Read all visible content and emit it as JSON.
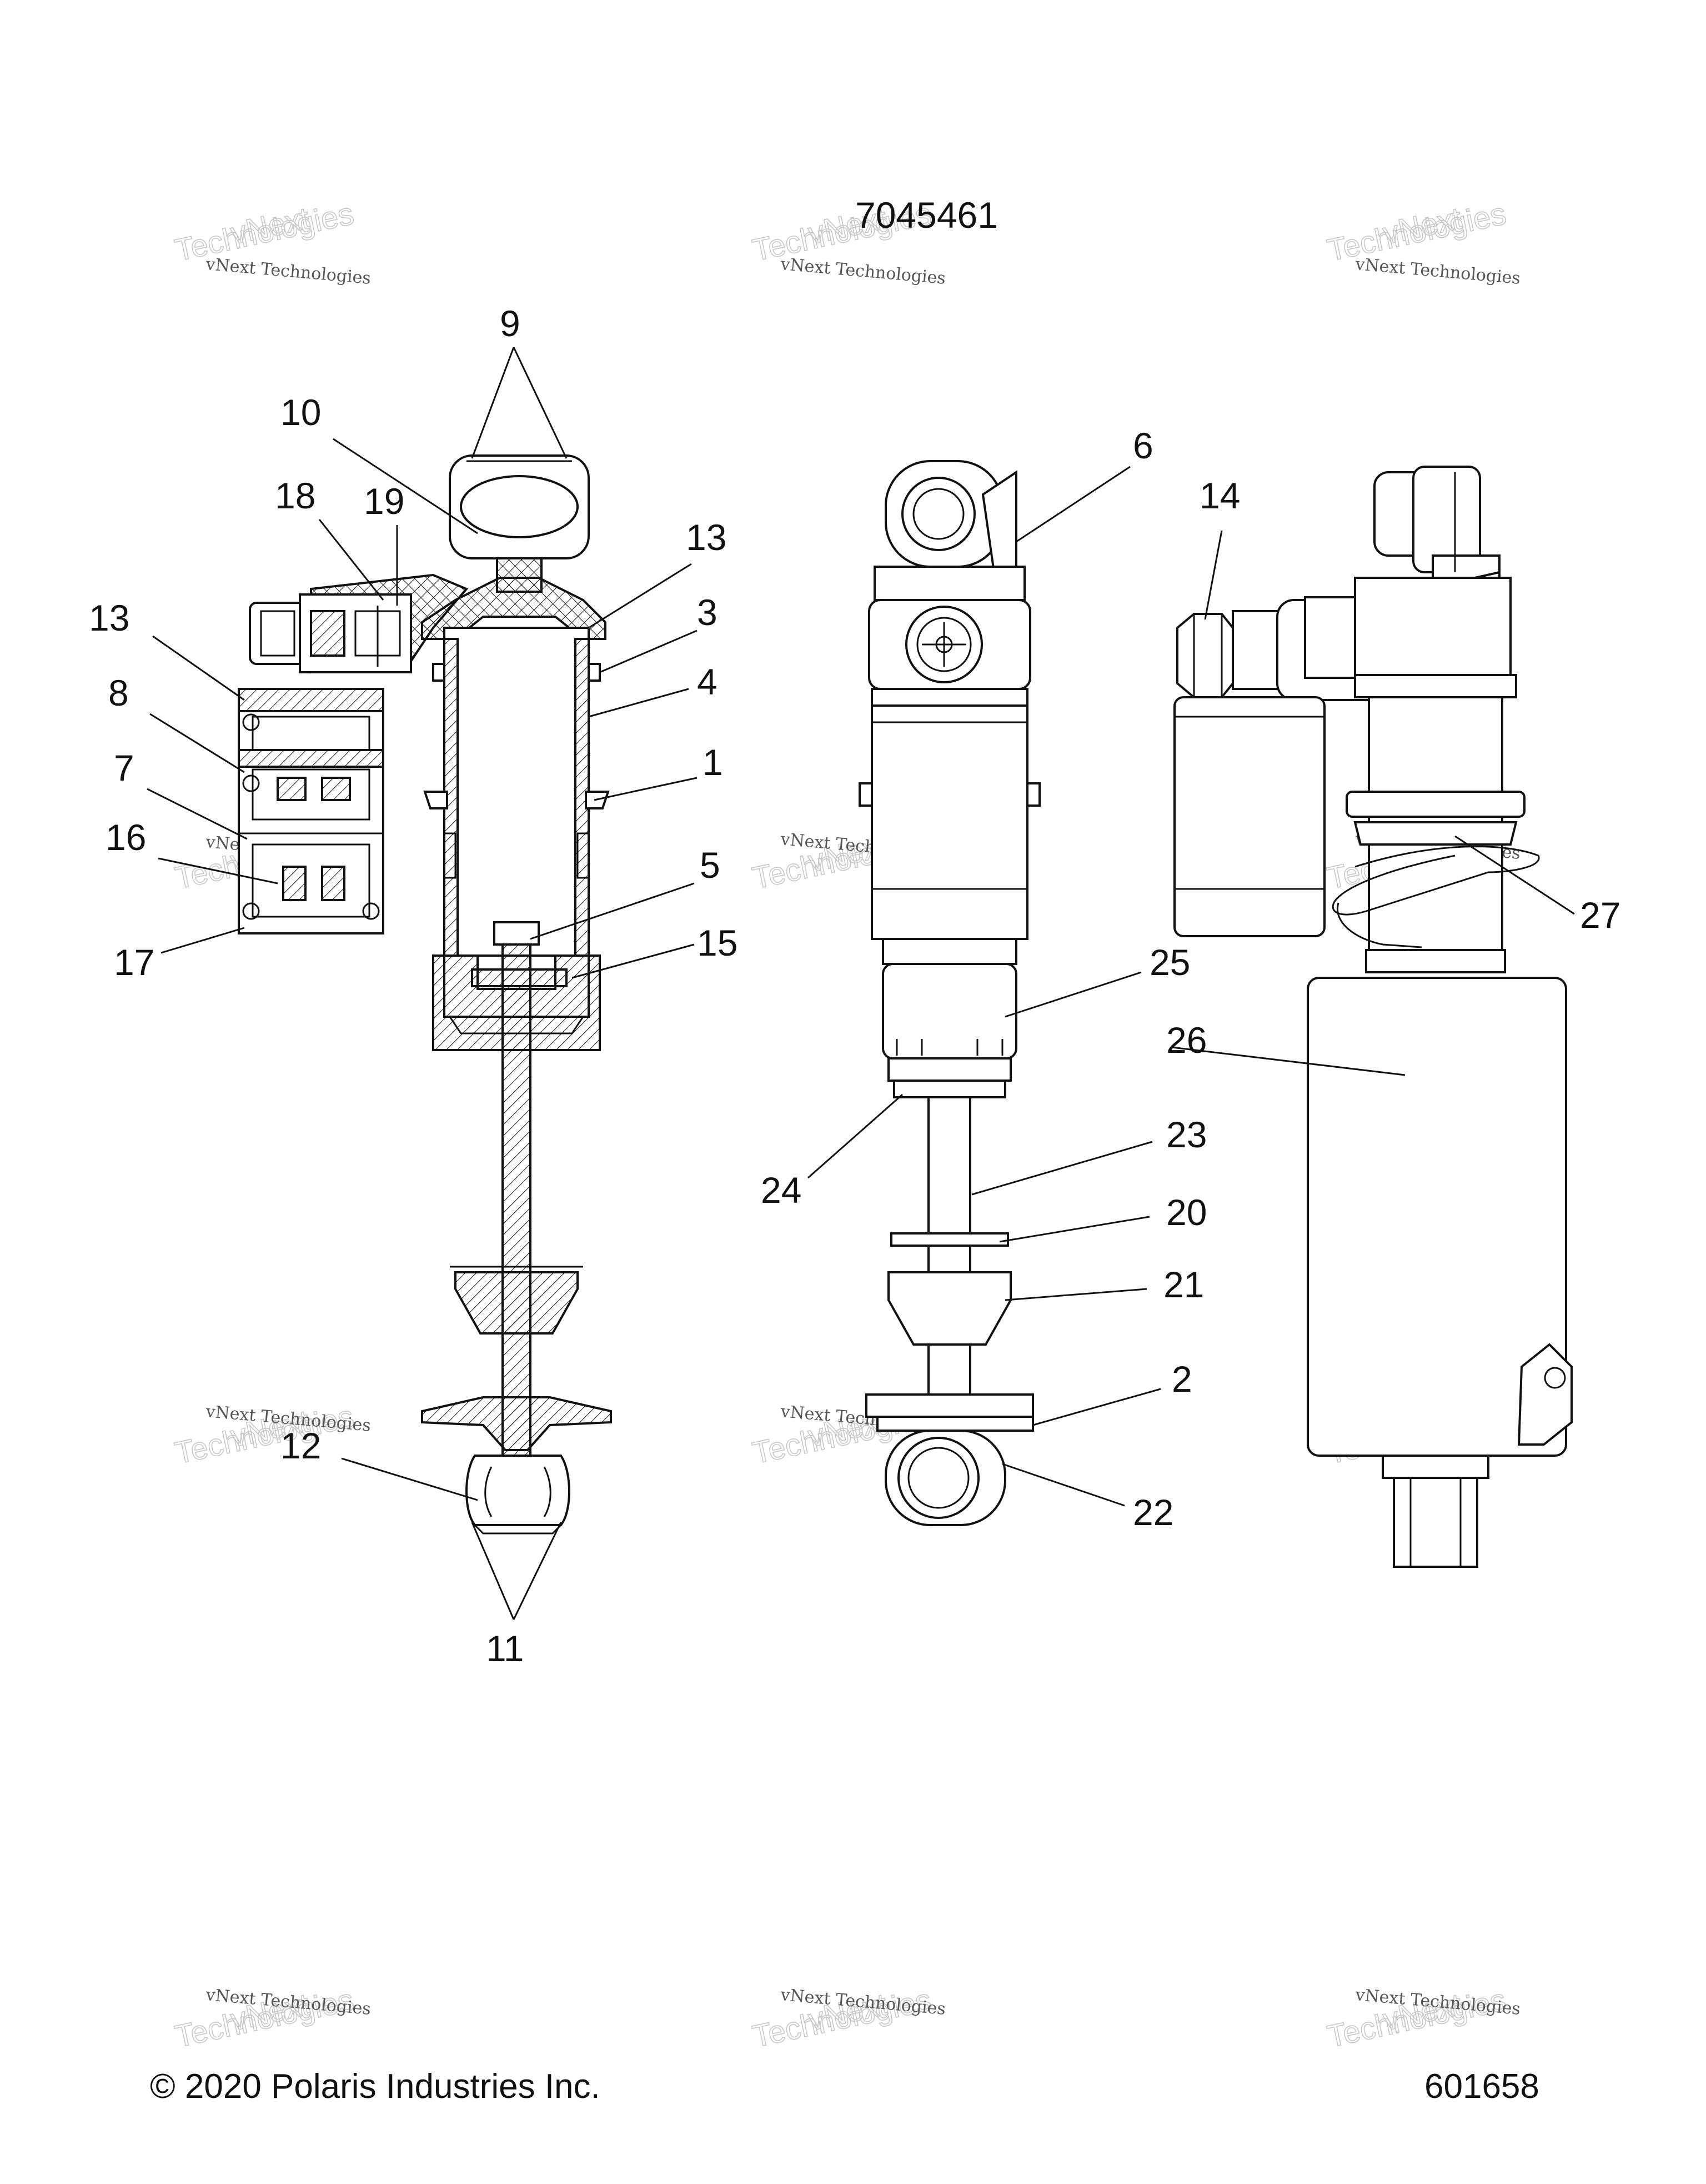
{
  "header": {
    "assembly_number": "7045461"
  },
  "footer": {
    "copyright": "© 2020 Polaris Industries Inc.",
    "figure_id": "601658"
  },
  "watermark": {
    "line1": "vNext Technologies",
    "line2": "vNext",
    "line3": "Technologies"
  },
  "callouts": {
    "c1": "1",
    "c2": "2",
    "c3": "3",
    "c4": "4",
    "c5": "5",
    "c6": "6",
    "c7": "7",
    "c8": "8",
    "c9": "9",
    "c10": "10",
    "c11": "11",
    "c12": "12",
    "c13a": "13",
    "c13b": "13",
    "c14": "14",
    "c15": "15",
    "c16": "16",
    "c17": "17",
    "c18": "18",
    "c19": "19",
    "c20": "20",
    "c21": "21",
    "c22": "22",
    "c23": "23",
    "c24": "24",
    "c25": "25",
    "c26": "26",
    "c27": "27"
  }
}
